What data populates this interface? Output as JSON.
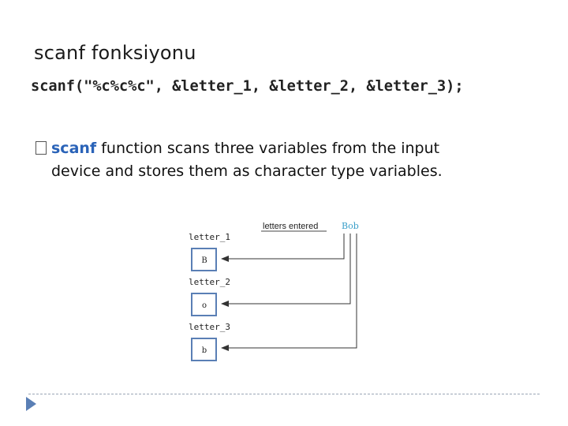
{
  "slide": {
    "title": "scanf fonksiyonu",
    "code": "scanf(\"%c%c%c\", &letter_1, &letter_2, &letter_3);",
    "bullet": {
      "keyword": "scanf",
      "text_line1": " function scans three variables from the input",
      "text_line2": "device and stores them as character type variables."
    },
    "diagram": {
      "input_label": "letters entered",
      "input_value": "Bob",
      "variables": [
        {
          "name": "letter_1",
          "value": "B"
        },
        {
          "name": "letter_2",
          "value": "o"
        },
        {
          "name": "letter_3",
          "value": "b"
        }
      ]
    }
  },
  "colors": {
    "keyword": "#2a63b8",
    "input_value": "#3a9fc9",
    "box_border": "#5a7fb5",
    "footer_arrow": "#5a7fb5"
  }
}
